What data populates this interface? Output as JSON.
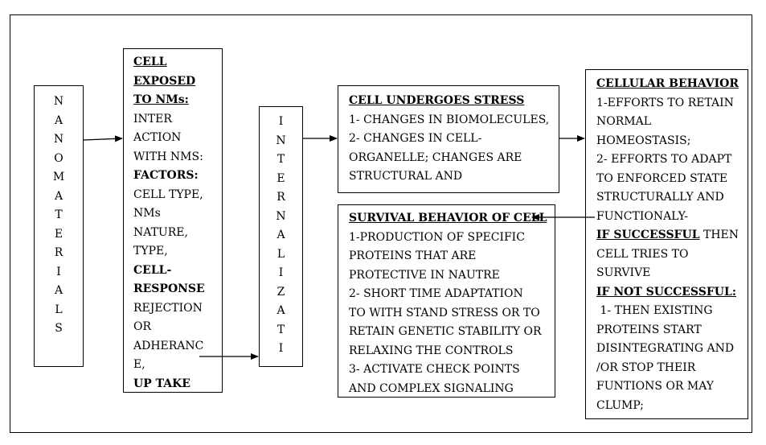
{
  "nanomaterials": {
    "letters": [
      "N",
      "A",
      "N",
      "O",
      "M",
      "A",
      "T",
      "E",
      "R",
      "I",
      "A",
      "L",
      "S"
    ]
  },
  "exposed": {
    "lines": [
      {
        "text": "CELL",
        "bold": true,
        "underline": true
      },
      {
        "text": "EXPOSED",
        "bold": true,
        "underline": true
      },
      {
        "text": "TO NMs:",
        "bold": true,
        "underline": true
      },
      {
        "text": "INTER",
        "bold": false,
        "underline": false
      },
      {
        "text": "ACTION",
        "bold": false,
        "underline": false
      },
      {
        "text": "WITH NMS:",
        "bold": false,
        "underline": false
      },
      {
        "text": "FACTORS:",
        "bold": true,
        "underline": false
      },
      {
        "text": "CELL TYPE,",
        "bold": false,
        "underline": false
      },
      {
        "text": "NMs",
        "bold": false,
        "underline": false
      },
      {
        "text": "NATURE,",
        "bold": false,
        "underline": false
      },
      {
        "text": "TYPE,",
        "bold": false,
        "underline": false
      },
      {
        "text": "CELL-",
        "bold": true,
        "underline": false
      },
      {
        "text": "RESPONSE",
        "bold": true,
        "underline": false
      },
      {
        "text": "REJECTION",
        "bold": false,
        "underline": false
      },
      {
        "text": "OR",
        "bold": false,
        "underline": false
      },
      {
        "text": "ADHERANC",
        "bold": false,
        "underline": false
      },
      {
        "text": "E,",
        "bold": false,
        "underline": false
      },
      {
        "text": "UP TAKE",
        "bold": true,
        "underline": false
      }
    ]
  },
  "internalization": {
    "letters": [
      "I",
      "N",
      "T",
      "E",
      "R",
      "N",
      "A",
      "L",
      "I",
      "Z",
      "A",
      "T",
      "I"
    ]
  },
  "stress": {
    "lines": [
      {
        "text": "CELL UNDERGOES STRESS",
        "bold": true,
        "underline": true
      },
      {
        "text": "1- CHANGES IN BIOMOLECULES,",
        "bold": false,
        "underline": false
      },
      {
        "text": "2- CHANGES IN CELL-",
        "bold": false,
        "underline": false
      },
      {
        "text": "ORGANELLE; CHANGES ARE",
        "bold": false,
        "underline": false
      },
      {
        "text": "STRUCTURAL AND",
        "bold": false,
        "underline": false
      }
    ]
  },
  "survival": {
    "lines": [
      {
        "text": "SURVIVAL BEHAVIOR OF CELL",
        "bold": true,
        "underline": true
      },
      {
        "text": "1-PRODUCTION OF SPECIFIC",
        "bold": false,
        "underline": false
      },
      {
        "text": "PROTEINS THAT ARE",
        "bold": false,
        "underline": false
      },
      {
        "text": "PROTECTIVE IN NAUTRE",
        "bold": false,
        "underline": false
      },
      {
        "text": "2- SHORT TIME ADAPTATION",
        "bold": false,
        "underline": false
      },
      {
        "text": "TO WITH STAND STRESS OR TO",
        "bold": false,
        "underline": false
      },
      {
        "text": "RETAIN GENETIC STABILITY OR",
        "bold": false,
        "underline": false
      },
      {
        "text": "RELAXING THE CONTROLS",
        "bold": false,
        "underline": false
      },
      {
        "text": "3- ACTIVATE CHECK POINTS",
        "bold": false,
        "underline": false
      },
      {
        "text": "AND COMPLEX SIGNALING",
        "bold": false,
        "underline": false
      }
    ]
  },
  "behavior": {
    "lines": [
      {
        "segments": [
          {
            "text": "CELLULAR BEHAVIOR",
            "bold": true,
            "underline": true
          }
        ]
      },
      {
        "segments": [
          {
            "text": "1-EFFORTS TO RETAIN",
            "bold": false,
            "underline": false
          }
        ]
      },
      {
        "segments": [
          {
            "text": "NORMAL",
            "bold": false,
            "underline": false
          }
        ]
      },
      {
        "segments": [
          {
            "text": "HOMEOSTASIS;",
            "bold": false,
            "underline": false
          }
        ]
      },
      {
        "segments": [
          {
            "text": "2- EFFORTS TO ADAPT",
            "bold": false,
            "underline": false
          }
        ]
      },
      {
        "segments": [
          {
            "text": "TO ENFORCED STATE",
            "bold": false,
            "underline": false
          }
        ]
      },
      {
        "segments": [
          {
            "text": "STRUCTURALLY AND",
            "bold": false,
            "underline": false
          }
        ]
      },
      {
        "segments": [
          {
            "text": "FUNCTIONALY-",
            "bold": false,
            "underline": false
          }
        ]
      },
      {
        "segments": [
          {
            "text": "IF SUCCESSFUL",
            "bold": true,
            "underline": true
          },
          {
            "text": " THEN",
            "bold": false,
            "underline": false
          }
        ]
      },
      {
        "segments": [
          {
            "text": "CELL TRIES TO",
            "bold": false,
            "underline": false
          }
        ]
      },
      {
        "segments": [
          {
            "text": "SURVIVE",
            "bold": false,
            "underline": false
          }
        ]
      },
      {
        "segments": [
          {
            "text": "IF NOT SUCCESSFUL:",
            "bold": true,
            "underline": true
          }
        ]
      },
      {
        "segments": [
          {
            "text": " 1- THEN EXISTING",
            "bold": false,
            "underline": false
          }
        ]
      },
      {
        "segments": [
          {
            "text": "PROTEINS START",
            "bold": false,
            "underline": false
          }
        ]
      },
      {
        "segments": [
          {
            "text": "DISINTEGRATING AND",
            "bold": false,
            "underline": false
          }
        ]
      },
      {
        "segments": [
          {
            "text": "/OR STOP THEIR",
            "bold": false,
            "underline": false
          }
        ]
      },
      {
        "segments": [
          {
            "text": "FUNTIONS OR MAY",
            "bold": false,
            "underline": false
          }
        ]
      },
      {
        "segments": [
          {
            "text": "CLUMP;",
            "bold": false,
            "underline": false
          }
        ]
      }
    ]
  }
}
